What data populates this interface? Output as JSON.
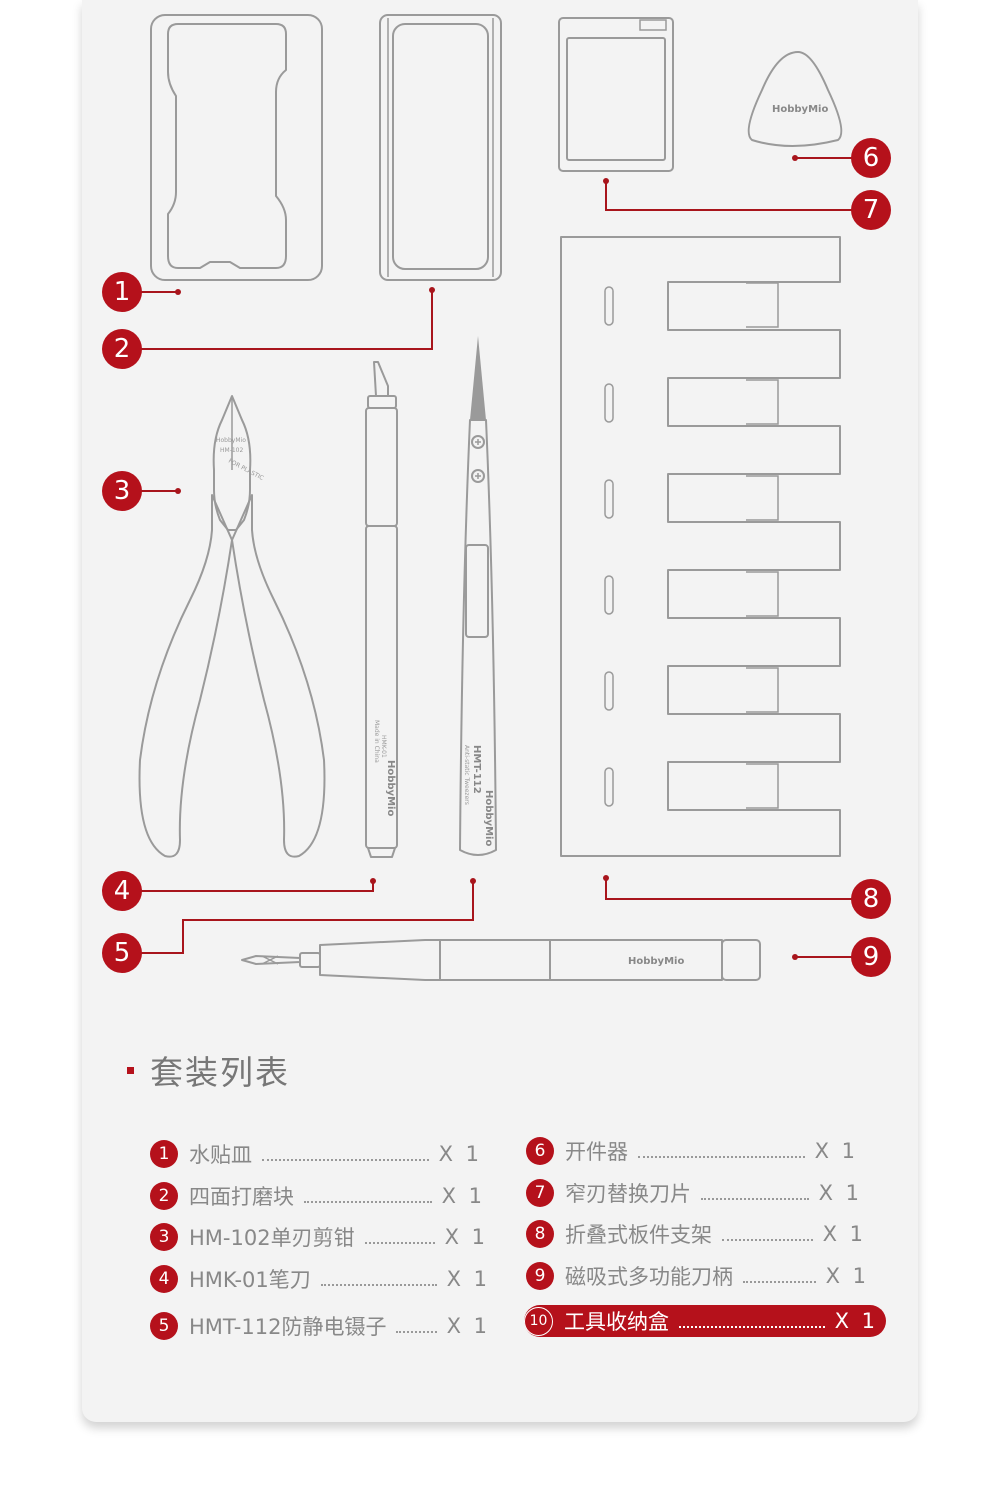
{
  "brand": "HobbyMio",
  "tool_marks": {
    "pliers_brand": "HobbyMio",
    "pliers_model": "HM-102",
    "pliers_note": "FOR PLASTIC",
    "knife_brand": "HobbyMio",
    "knife_model": "HMK-01",
    "knife_origin": "Made in China",
    "tweezers_model": "HMT-112",
    "tweezers_note": "Anti-static Tweezers",
    "tweezers_brand": "HobbyMio",
    "opener_brand": "HobbyMio",
    "handle_brand": "HobbyMio"
  },
  "callouts": [
    "1",
    "2",
    "3",
    "4",
    "5",
    "6",
    "7",
    "8",
    "9"
  ],
  "section_title": "套装列表",
  "list": [
    {
      "num": "1",
      "name": "水贴皿",
      "qty": "X 1"
    },
    {
      "num": "2",
      "name": "四面打磨块",
      "qty": "X 1"
    },
    {
      "num": "3",
      "name": "HM-102单刃剪钳",
      "qty": "X 1"
    },
    {
      "num": "4",
      "name": "HMK-01笔刀",
      "qty": "X 1"
    },
    {
      "num": "5",
      "name": "HMT-112防静电镊子",
      "qty": "X 1"
    },
    {
      "num": "6",
      "name": "开件器",
      "qty": "X 1"
    },
    {
      "num": "7",
      "name": "窄刃替换刀片",
      "qty": "X 1"
    },
    {
      "num": "8",
      "name": "折叠式板件支架",
      "qty": "X 1"
    },
    {
      "num": "9",
      "name": "磁吸式多功能刀柄",
      "qty": "X 1"
    },
    {
      "num": "10",
      "name": "工具收纳盒",
      "qty": "X 1",
      "highlight": true
    }
  ],
  "colors": {
    "accent": "#b5111b",
    "outline": "#9a9a9a",
    "card": "#f3f3f3",
    "text": "#888888"
  }
}
